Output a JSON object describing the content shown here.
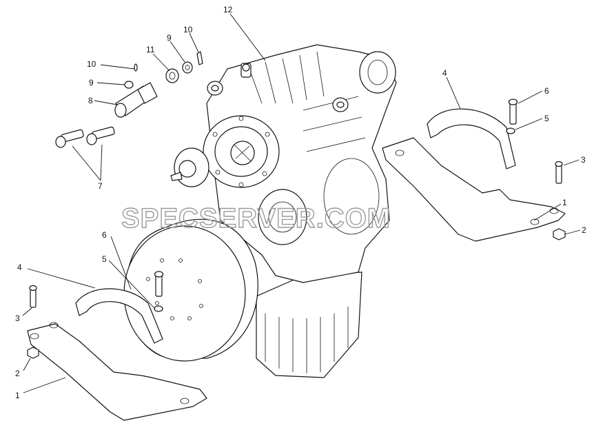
{
  "watermark": "SPECSERVER.COM",
  "callouts": {
    "c12": "12",
    "c10a": "10",
    "c9a": "9",
    "c11": "11",
    "c10b": "10",
    "c9b": "9",
    "c8": "8",
    "c7": "7",
    "c4r": "4",
    "c6r": "6",
    "c5r": "5",
    "c3r": "3",
    "c1r": "1",
    "c2r": "2",
    "c6l": "6",
    "c5l": "5",
    "c4l": "4",
    "c3l": "3",
    "c2l": "2",
    "c1l": "1"
  }
}
